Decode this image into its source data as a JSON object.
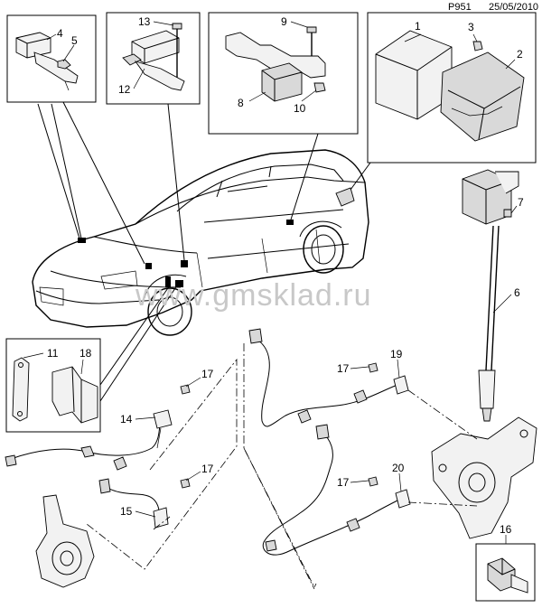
{
  "header": {
    "page_code": "P951",
    "date": "25/05/2010"
  },
  "watermark": "www.gmsklad.ru",
  "callouts": [
    "1",
    "2",
    "3",
    "4",
    "5",
    "6",
    "7",
    "8",
    "9",
    "10",
    "11",
    "12",
    "13",
    "14",
    "15",
    "16",
    "17",
    "17",
    "17",
    "17",
    "18",
    "19",
    "20"
  ]
}
